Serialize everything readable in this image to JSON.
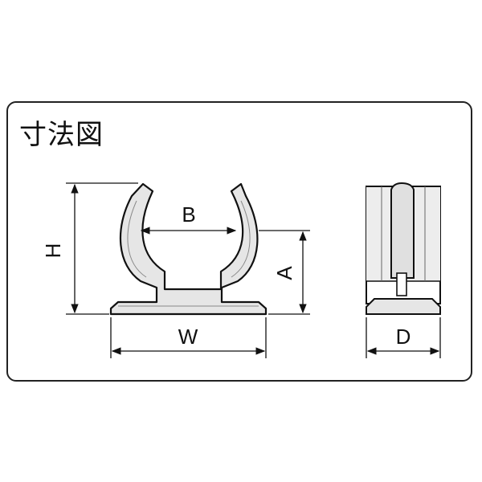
{
  "title": "寸法図",
  "dimensions": {
    "H": "H",
    "B": "B",
    "A": "A",
    "W": "W",
    "D": "D"
  }
}
